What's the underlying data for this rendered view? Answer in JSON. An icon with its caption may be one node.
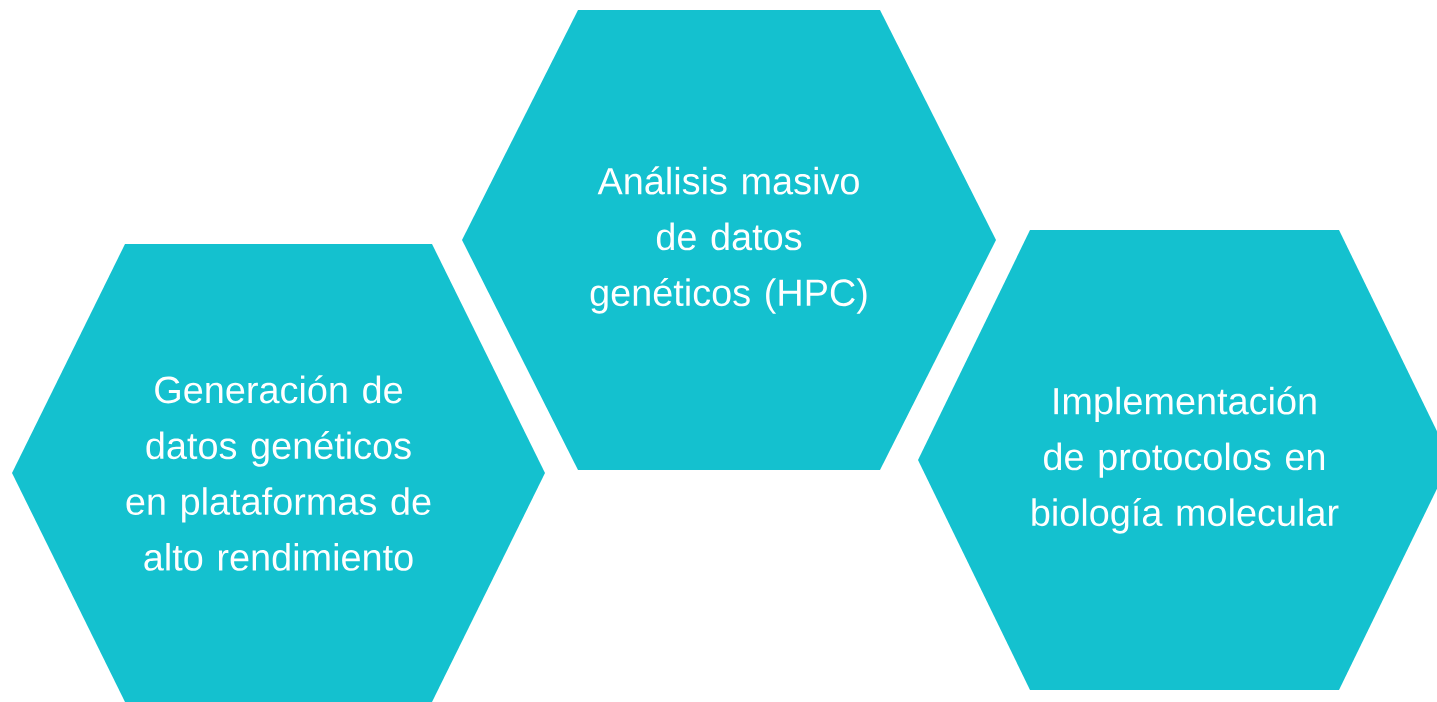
{
  "diagram": {
    "nodes": [
      {
        "text": [
          "Generación de datos genéticos en plataformas de alto rendimiento"
        ]
      },
      {
        "text": [
          "Análisis masivo de datos genéticos (HPC)"
        ]
      },
      {
        "text": [
          "Implementación de protocolos en biología molecular"
        ]
      }
    ]
  }
}
